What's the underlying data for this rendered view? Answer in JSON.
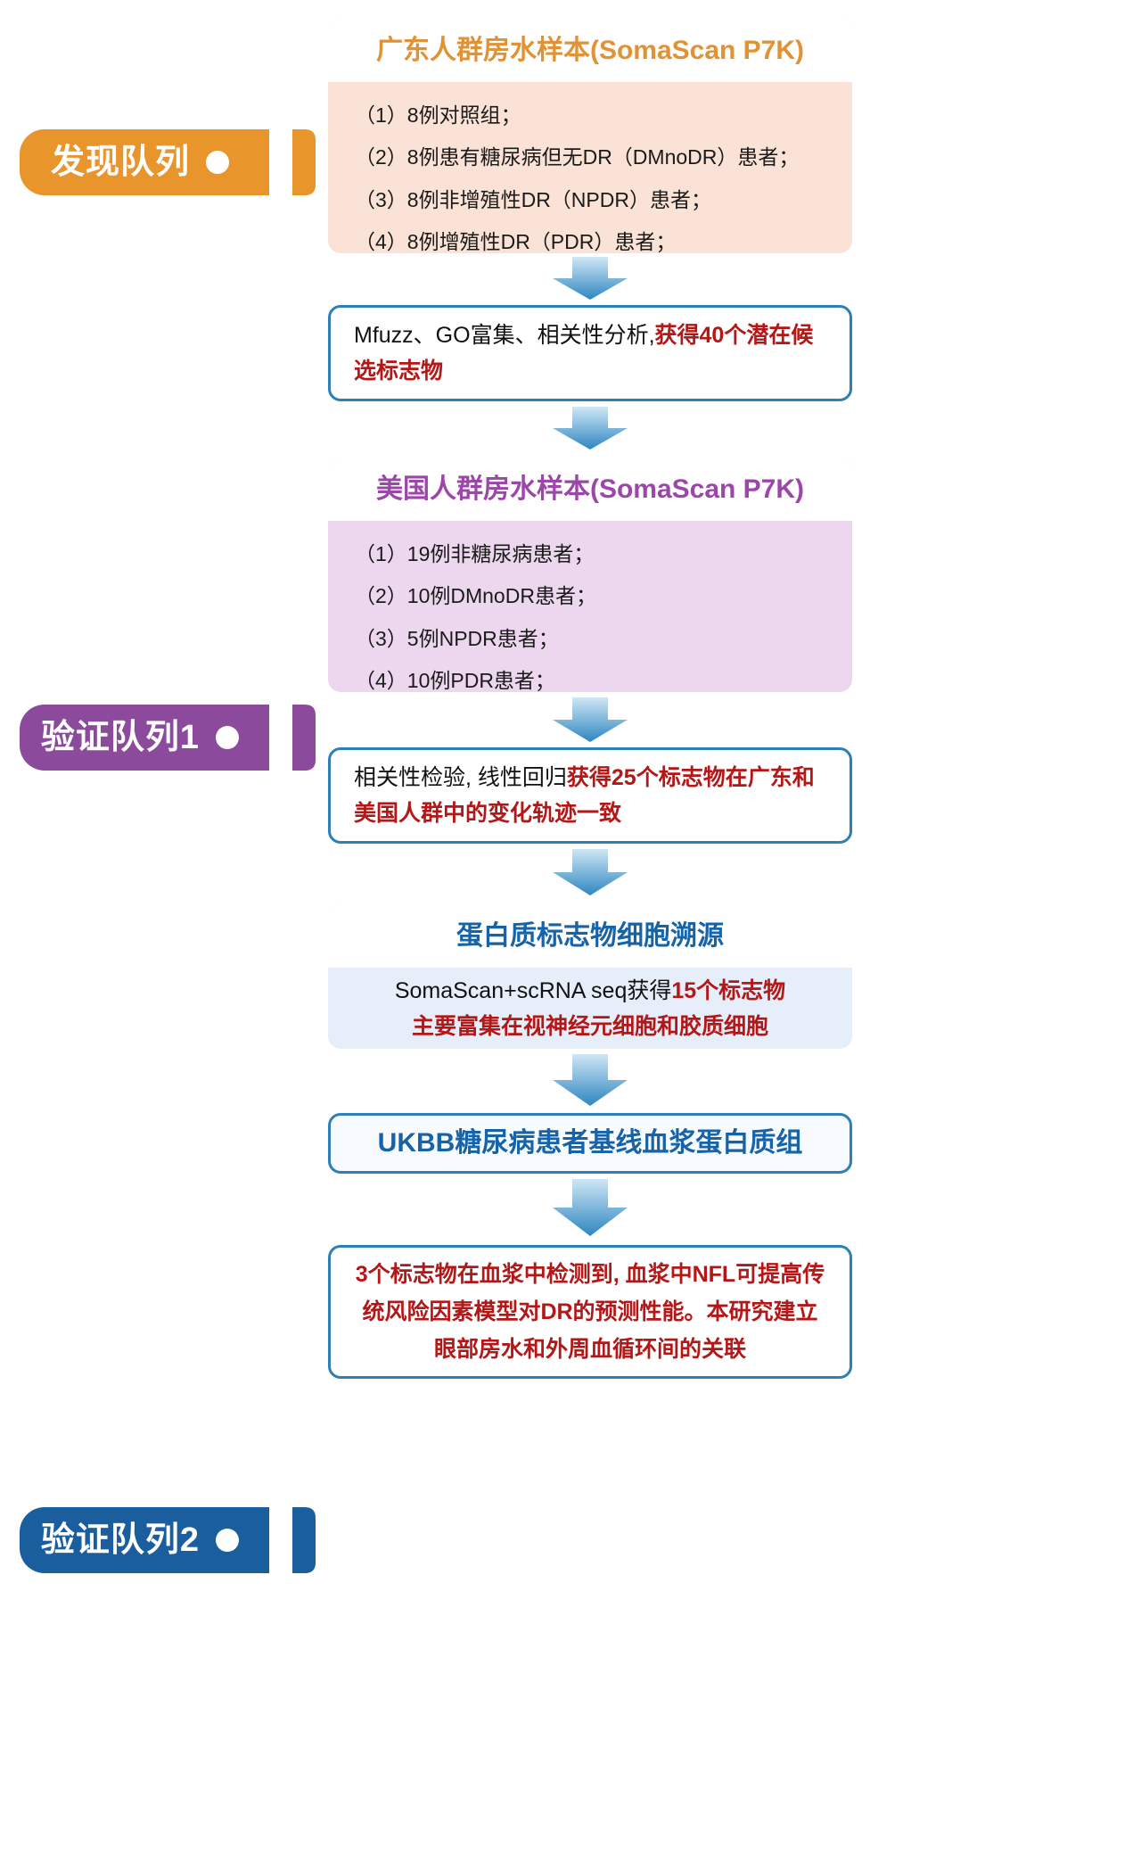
{
  "meta": {
    "title": "糖尿病视网膜病变房水蛋白质组学研究流程图",
    "colors": {
      "discovery_tag": "#E8952C",
      "validation1_tag": "#8B4A9C",
      "validation2_tag": "#1B5E9E",
      "discovery_panel_bg": "#FAE3D6",
      "validation1_panel_bg": "#EDD7EF",
      "celltrace_panel_bg": "#E6EEF9",
      "step_border": "#2E7FB8",
      "highlight_red": "#B41717",
      "arrow_blue": "#2E86C1"
    }
  },
  "tags": [
    {
      "id": "discovery",
      "label": "发现队列",
      "dot": "circle-dot-icon"
    },
    {
      "id": "validation1",
      "label": "验证队列1",
      "dot": "circle-dot-icon"
    },
    {
      "id": "validation2",
      "label": "验证队列2",
      "dot": "circle-dot-icon"
    }
  ],
  "panels": {
    "guangdong": {
      "header": "广东人群房水样本(SomaScan P7K)",
      "items": [
        "（1）8例对照组；",
        "（2）8例患有糖尿病但无DR（DMnoDR）患者；",
        "（3）8例非增殖性DR（NPDR）患者；",
        "（4）8例增殖性DR（PDR）患者；"
      ]
    },
    "usa": {
      "header": "美国人群房水样本(SomaScan P7K)",
      "items": [
        "（1）19例非糖尿病患者；",
        "（2）10例DMnoDR患者；",
        "（3）5例NPDR患者；",
        "（4）10例PDR患者；"
      ]
    },
    "celltrace": {
      "header": "蛋白质标志物细胞溯源",
      "line1_plain": "SomaScan+scRNA seq获得",
      "line1_red": "15个标志物",
      "line2_red": "主要富集在视神经元细胞和胶质细胞"
    }
  },
  "steps": {
    "mfuzz": {
      "plain": "Mfuzz、GO富集、相关性分析,",
      "red": "获得40个潜在候选标志物"
    },
    "correlation": {
      "plain": "相关性检验, 线性回归",
      "red": "获得25个标志物在广东和美国人群中的变化轨迹一致"
    },
    "ukbb": {
      "text": "UKBB糖尿病患者基线血浆蛋白质组"
    },
    "final": {
      "text": "3个标志物在血浆中检测到, 血浆中NFL可提高传统风险因素模型对DR的预测性能。本研究建立眼部房水和外周血循环间的关联"
    }
  },
  "arrows": [
    {
      "id": "arrow-1",
      "from": "guangdong-panel",
      "to": "mfuzz-step"
    },
    {
      "id": "arrow-2",
      "from": "mfuzz-step",
      "to": "usa-panel"
    },
    {
      "id": "arrow-3",
      "from": "usa-panel",
      "to": "correlation-step"
    },
    {
      "id": "arrow-4",
      "from": "correlation-step",
      "to": "celltrace-panel"
    },
    {
      "id": "arrow-5",
      "from": "celltrace-panel",
      "to": "ukbb-step"
    },
    {
      "id": "arrow-6",
      "from": "ukbb-step",
      "to": "final-step"
    }
  ]
}
